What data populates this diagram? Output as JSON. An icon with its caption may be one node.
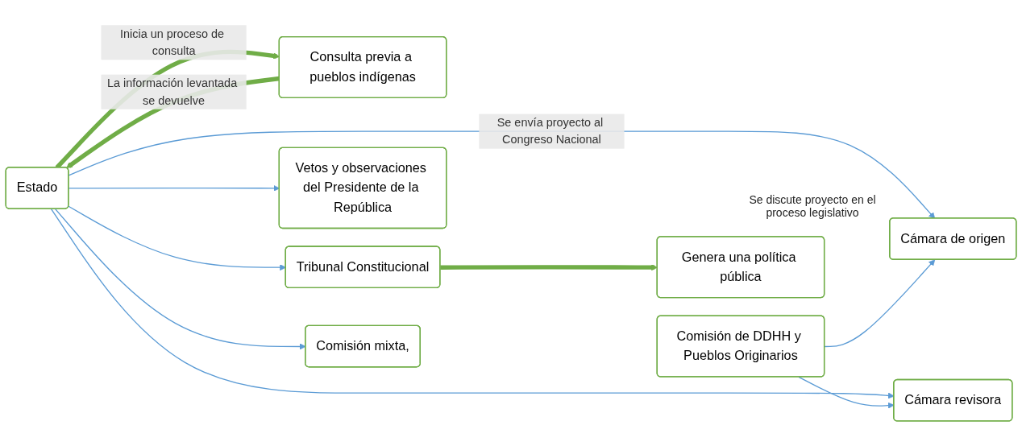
{
  "diagram": {
    "nodes": [
      {
        "text": [
          "Estado"
        ]
      },
      {
        "text": [
          "Consulta previa a pueblos indígenas"
        ]
      },
      {
        "text": [
          "Cámara de origen"
        ]
      },
      {
        "text": [
          "Cámara revisora"
        ]
      },
      {
        "text": [
          "Comisión mixta,"
        ]
      },
      {
        "text": [
          "Vetos y observaciones del Presidente de la República"
        ]
      },
      {
        "text": [
          "Tribunal Constitucional"
        ]
      },
      {
        "text": [
          "Comisión de DDHH y Pueblos Originarios"
        ]
      },
      {
        "text": [
          "Genera una política pública"
        ]
      }
    ],
    "edges": [
      {
        "from": 0,
        "to": 1,
        "arrow": "to",
        "label": "Inicia un proceso de consulta",
        "style": "thick",
        "color": "#70ad47"
      },
      {
        "from": 1,
        "to": 0,
        "arrow": "to",
        "label": "La información levantada se devuelve",
        "style": "thick",
        "color": "#70ad47"
      },
      {
        "from": 0,
        "to": 2,
        "arrow": "to",
        "label": "Se envía proyecto al Congreso Nacional"
      },
      {
        "from": 0,
        "to": 3,
        "arrow": "to"
      },
      {
        "from": 0,
        "to": 4,
        "arrow": "to"
      },
      {
        "from": 0,
        "to": 5,
        "arrow": "to"
      },
      {
        "from": 0,
        "to": 6,
        "arrow": "to"
      },
      {
        "from": 7,
        "to": 2,
        "arrow": "to"
      },
      {
        "from": 7,
        "to": 3,
        "arrow": "to"
      },
      {
        "from": 6,
        "to": 8,
        "arrow": "to",
        "style": "thick",
        "color": "#70ad47"
      }
    ],
    "labels": [
      "Se discute proyecto en el proceso legislativo"
    ]
  }
}
